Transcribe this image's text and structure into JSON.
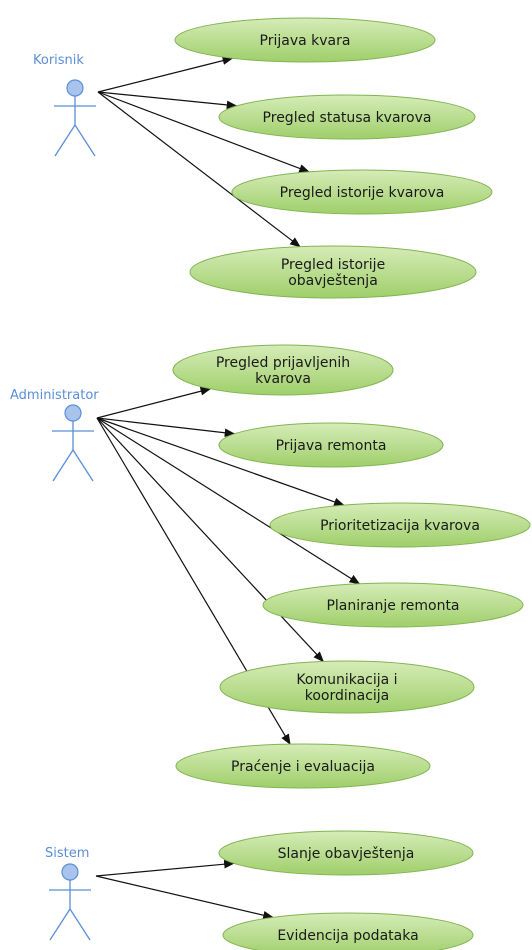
{
  "colors": {
    "actor_label": "#5b8ed6",
    "actor_head": "#a9c4ec",
    "actor_stroke": "#5b8ed6",
    "usecase_fill_light": "#d6ecb8",
    "usecase_fill_dark": "#9fcf6a",
    "usecase_stroke": "#82b452",
    "arrow": "#111111"
  },
  "actors": [
    {
      "id": "korisnik",
      "name": "Korisnik",
      "use_cases": [
        {
          "lines": [
            "Prijava kvara"
          ]
        },
        {
          "lines": [
            "Pregled statusa kvarova"
          ]
        },
        {
          "lines": [
            "Pregled istorije kvarova"
          ]
        },
        {
          "lines": [
            "Pregled istorije",
            "obavještenja"
          ]
        }
      ]
    },
    {
      "id": "administrator",
      "name": "Administrator",
      "use_cases": [
        {
          "lines": [
            "Pregled prijavljenih",
            "kvarova"
          ]
        },
        {
          "lines": [
            "Prijava remonta"
          ]
        },
        {
          "lines": [
            "Prioritetizacija kvarova"
          ]
        },
        {
          "lines": [
            "Planiranje remonta"
          ]
        },
        {
          "lines": [
            "Komunikacija i",
            "koordinacija"
          ]
        },
        {
          "lines": [
            "Praćenje i evaluacija"
          ]
        }
      ]
    },
    {
      "id": "sistem",
      "name": "Sistem",
      "use_cases": [
        {
          "lines": [
            "Slanje obavještenja"
          ]
        },
        {
          "lines": [
            "Evidencija podataka"
          ]
        }
      ]
    }
  ]
}
